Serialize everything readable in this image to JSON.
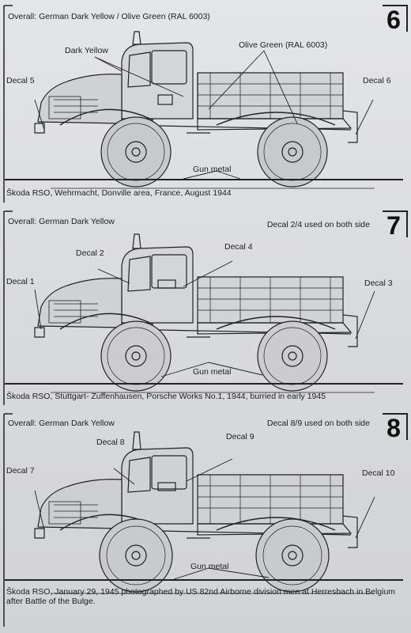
{
  "panels": [
    {
      "number": "6",
      "header_left": "Overall: German Dark Yellow / Olive Green (RAL 6003)",
      "header_right": "",
      "labels": {
        "a": "Dark Yellow",
        "b": "Olive Green (RAL 6003)",
        "front": "Decal 5",
        "rear": "Decal 6",
        "bottom": "Gun metal"
      },
      "caption": "Škoda RSO, Wehrmacht, Donville area, France, August 1944"
    },
    {
      "number": "7",
      "header_left": "Overall: German Dark Yellow",
      "header_right": "Decal 2/4 used on both side",
      "labels": {
        "a": "Decal 2",
        "b": "Decal 4",
        "front": "Decal 1",
        "rear": "Decal 3",
        "bottom": "Gun metal"
      },
      "caption": "Škoda RSO, Stuttgart- Zuffenhausen, Porsche Works No.1, 1944, burried in early 1945"
    },
    {
      "number": "8",
      "header_left": "Overall: German Dark Yellow",
      "header_right": "Decal 8/9 used on both side",
      "labels": {
        "a": "Decal 8",
        "b": "Decal 9",
        "front": "Decal 7",
        "rear": "Decal 10",
        "bottom": "Gun metal"
      },
      "caption": "Škoda RSO, January 29, 1945 photographed by US 82nd Airborne division men at Herresbach in Belgium after Battle of the Bulge."
    }
  ]
}
